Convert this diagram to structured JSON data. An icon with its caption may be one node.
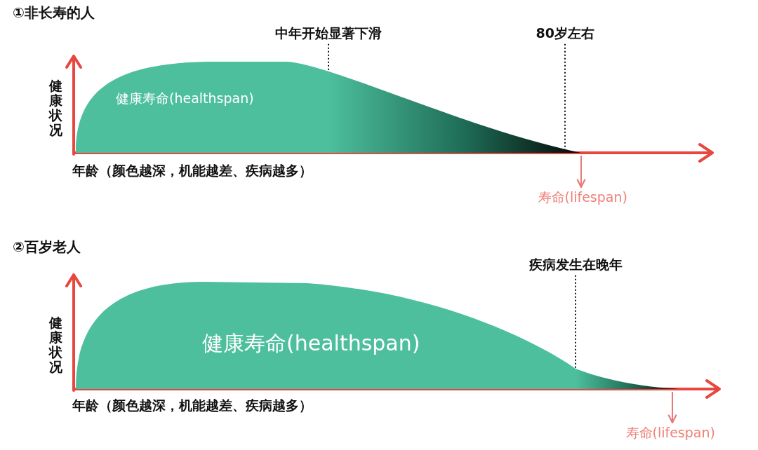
{
  "diagram": {
    "nodes": [
      {
        "text": [
          "中年开始显著下滑"
        ]
      },
      {
        "text": [
          "80岁左右"
        ]
      },
      {
        "text": [
          "健康寿命(healthspan)"
        ]
      },
      {
        "text": [
          "寿命(lifespan)"
        ]
      },
      {
        "text": [
          "疾病发生在晚年"
        ]
      },
      {
        "text": [
          "健康寿命(healthspan)"
        ]
      },
      {
        "text": [
          "寿命(lifespan)"
        ]
      }
    ],
    "edges": [
      {
        "from": 0,
        "to": 2,
        "arrow": "none",
        "style": "dashed"
      },
      {
        "from": 1,
        "to": 2,
        "arrow": "none",
        "style": "dashed"
      },
      {
        "from": 2,
        "to": 3,
        "arrow": "to",
        "color": "#e77b7b"
      },
      {
        "from": 4,
        "to": 5,
        "arrow": "none",
        "style": "dashed"
      },
      {
        "from": 5,
        "to": 6,
        "arrow": "to",
        "color": "#e77b7b"
      }
    ],
    "labels": [
      "①非长寿的人",
      "健康状况",
      "年龄（颜色越深，机能越差、疾病越多）",
      "②百岁老人",
      "健康状况",
      "年龄（颜色越深，机能越差、疾病越多）"
    ]
  }
}
